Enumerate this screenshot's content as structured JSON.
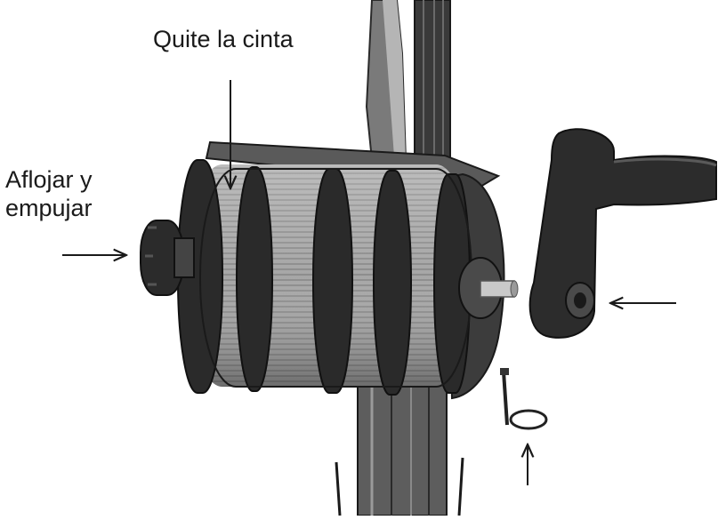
{
  "labels": {
    "remove_tape": "Quite la cinta",
    "loosen_push_line1": "Aflojar y",
    "loosen_push_line2": "empujar"
  },
  "arrows": [
    {
      "id": "arrow-down-to-drum",
      "direction": "down"
    },
    {
      "id": "arrow-right-to-knob",
      "direction": "right"
    },
    {
      "id": "arrow-left-to-crank",
      "direction": "left"
    },
    {
      "id": "arrow-up-to-pin",
      "direction": "up"
    }
  ],
  "colors": {
    "ink": "#1a1a1a",
    "drum_body": "#9a9a9a",
    "drum_dark": "#2a2a2a",
    "frame": "#5a5a5a"
  }
}
